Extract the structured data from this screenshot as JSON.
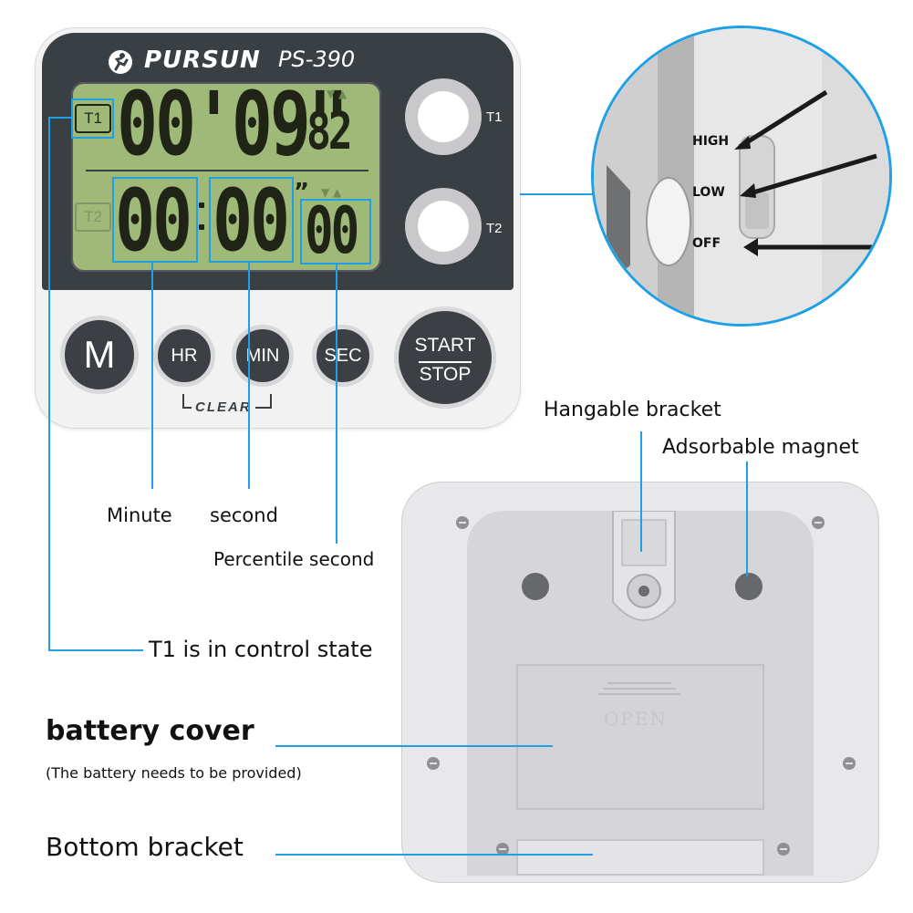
{
  "brand": {
    "name": "PURSUN",
    "model": "PS-390"
  },
  "display": {
    "top_main": "00'09\"",
    "top_small": "82",
    "bottom_min": "00",
    "bottom_sec": "00",
    "bottom_pct": "00",
    "t1_indicator": "T1",
    "t2_indicator": "T2"
  },
  "side_buttons": {
    "t1": "T1",
    "t2": "T2"
  },
  "buttons": {
    "m": "M",
    "hr": "HR",
    "min": "MIN",
    "sec": "SEC",
    "start": "START",
    "stop": "STOP",
    "clear": "CLEAR"
  },
  "switch": {
    "high": "HIGH",
    "low": "LOW",
    "off": "OFF"
  },
  "callouts": {
    "minute": "Minute",
    "second": "second",
    "percentile": "Percentile second",
    "t1_state": "T1 is in control state",
    "battery_cover": "battery cover",
    "battery_note": "(The battery needs to be provided)",
    "bottom_bracket": "Bottom bracket",
    "hangable_bracket": "Hangable bracket",
    "magnet": "Adsorbable magnet"
  },
  "back": {
    "cover_text": "OPEN"
  },
  "colors": {
    "accent": "#1ea0e6",
    "panel": "#3a3f44",
    "lcd": "#9fb978"
  }
}
